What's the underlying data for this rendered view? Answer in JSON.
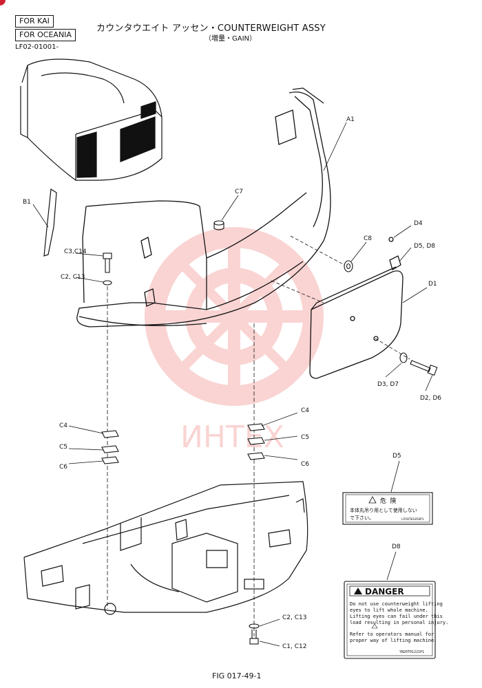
{
  "header": {
    "tag_kai": "FOR KAI",
    "tag_oceania": "FOR OCEANIA",
    "serial": "LF02-01001-",
    "title": "カウンタウエイト アッセン・COUNTERWEIGHT ASSY",
    "subtitle": "（増量・GAIN）"
  },
  "watermark": {
    "text": "ИНТЕХ",
    "color": "#e8413a"
  },
  "parts": {
    "A1": "A1",
    "B1": "B1",
    "C7": "C7",
    "C8": "C8",
    "C3C14": "C3,C14",
    "C2C13_top": "C2, C13",
    "C4_left": "C4",
    "C5_left": "C5",
    "C6_left": "C6",
    "C4_right": "C4",
    "C5_right": "C5",
    "C6_right": "C6",
    "D1": "D1",
    "D4": "D4",
    "D5D8": "D5, D8",
    "D3D7": "D3, D7",
    "D2D6": "D2, D6",
    "D5": "D5",
    "D8": "D8",
    "C2C13_bottom": "C2, C13",
    "C1C12": "C1, C12"
  },
  "decal_d5": {
    "heading": "危 険",
    "line1": "本体丸吊り用として使用しない",
    "line2": "で下さい。",
    "code": "LP20T01058P1"
  },
  "decal_d8": {
    "heading": "DANGER",
    "lines": [
      "Do not use counterweight lifting",
      "eyes to lift whole machine.",
      "Lifting eyes can fail under this",
      "load resulting in personal injury.",
      "Refer to operators manual for",
      "proper way of lifting machine."
    ],
    "code": "YN20T01221P1"
  },
  "footer": {
    "figure": "FIG 017-49-1"
  }
}
